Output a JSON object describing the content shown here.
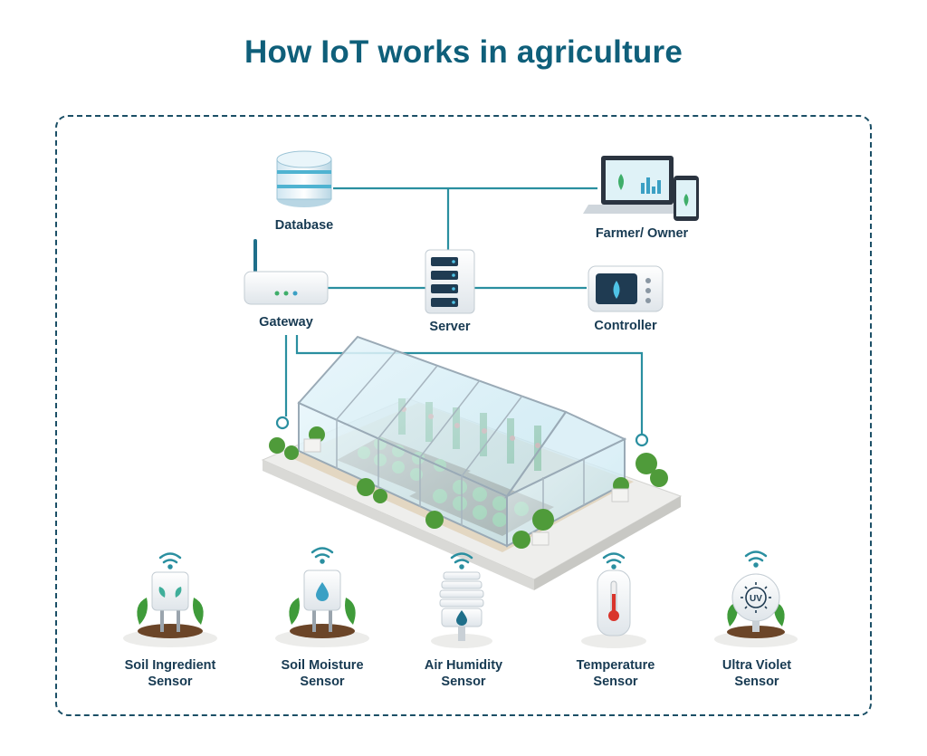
{
  "title": "How IoT works in agriculture",
  "colors": {
    "title": "#0f5f7a",
    "connector": "#2a8fa0",
    "label": "#173a52",
    "frame": "#1b4f66",
    "accent_green": "#3fae6a"
  },
  "nodes": {
    "database": {
      "label": "Database",
      "icon": "database-icon"
    },
    "farmer": {
      "label": "Farmer/ Owner",
      "icon": "laptop-phone-icon"
    },
    "gateway": {
      "label": "Gateway",
      "icon": "router-icon"
    },
    "server": {
      "label": "Server",
      "icon": "server-icon"
    },
    "controller": {
      "label": "Controller",
      "icon": "controller-device-icon"
    },
    "greenhouse": {
      "icon": "greenhouse-icon"
    }
  },
  "sensors": [
    {
      "line1": "Soil Ingredient",
      "line2": "Sensor",
      "icon": "soil-ingredient-sensor-icon"
    },
    {
      "line1": "Soil Moisture",
      "line2": "Sensor",
      "icon": "soil-moisture-sensor-icon"
    },
    {
      "line1": "Air Humidity",
      "line2": "Sensor",
      "icon": "air-humidity-sensor-icon"
    },
    {
      "line1": "Temperature",
      "line2": "Sensor",
      "icon": "temperature-sensor-icon"
    },
    {
      "line1": "Ultra Violet",
      "line2": "Sensor",
      "icon": "ultra-violet-sensor-icon"
    }
  ],
  "uv_badge": "UV"
}
